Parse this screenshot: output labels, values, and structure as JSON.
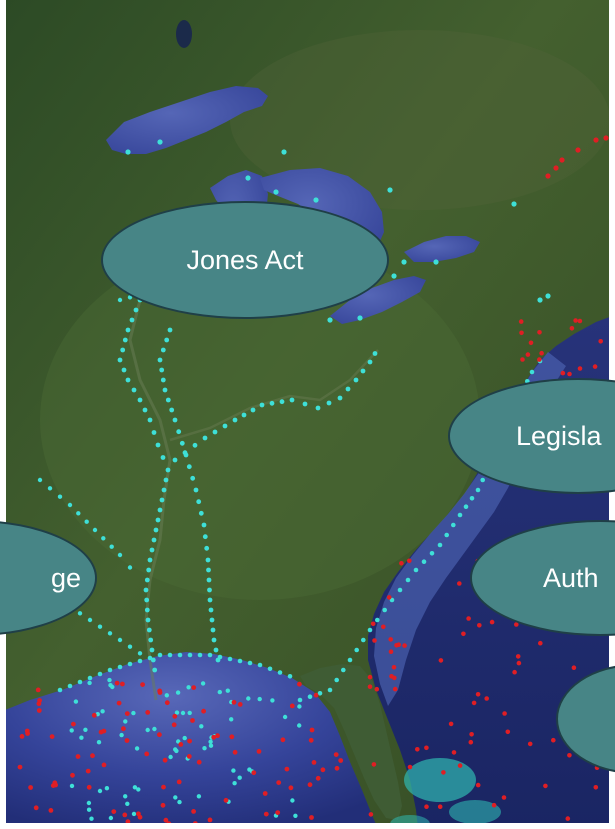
{
  "bubbles": {
    "jones": "Jones Act",
    "legislation": "Legisla",
    "authority": "Auth",
    "age": "ge"
  },
  "colors": {
    "bubble_fill": "#478586",
    "bubble_border": "#1f3f47",
    "land": "#3d5a2e",
    "water": "#3d4fa0",
    "inland_dot": "#3ee0d8",
    "offshore_dot": "#e01e24"
  }
}
